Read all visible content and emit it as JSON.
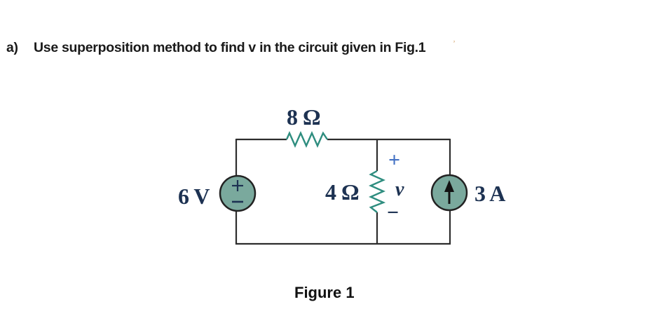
{
  "title": {
    "item_label": "a)",
    "text": "Use superposition method to find v in the circuit given in Fig.1",
    "stray_mark": "ʼ"
  },
  "figure": {
    "caption": "Figure 1",
    "components": {
      "top_resistor": {
        "value": "8 Ω"
      },
      "mid_resistor": {
        "value": "4 Ω"
      },
      "voltage_source": {
        "value": "6 V",
        "polarity_top": "+",
        "polarity_bottom": "−"
      },
      "current_source": {
        "value": "3 A",
        "arrow_direction": "up"
      },
      "voltage_annotation": {
        "plus": "+",
        "symbol": "v",
        "minus": "−"
      }
    },
    "colors": {
      "wire": "#2d2d2d",
      "resistor": "#2e8d7f",
      "source_fill": "#7aa99d",
      "source_stroke": "#222222",
      "label": "#1d3252",
      "plus_blue": "#4472c4"
    }
  }
}
